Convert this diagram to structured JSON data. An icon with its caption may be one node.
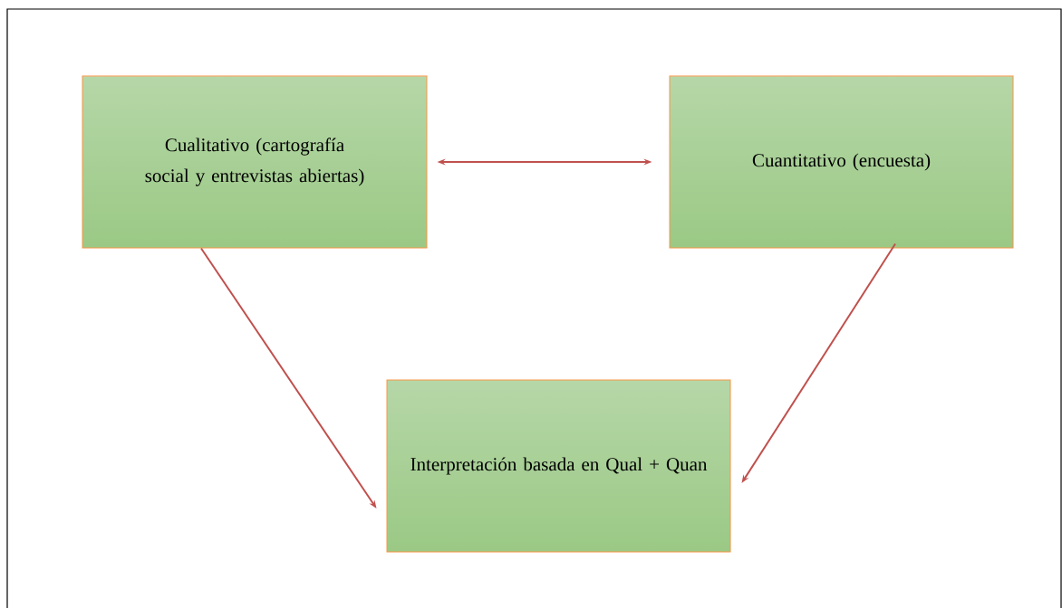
{
  "diagram": {
    "nodes": [
      {
        "text": [
          "Cualitativo (cartografía social y entrevistas abiertas)"
        ]
      },
      {
        "text": [
          "Cuantitativo (encuesta)"
        ]
      },
      {
        "text": [
          "Interpretación basada en Qual + Quan"
        ]
      }
    ],
    "edges": [
      {
        "from": 0,
        "to": 1,
        "arrow": "both"
      },
      {
        "from": 0,
        "to": 2,
        "arrow": "to"
      },
      {
        "from": 1,
        "to": 2,
        "arrow": "to"
      }
    ]
  }
}
